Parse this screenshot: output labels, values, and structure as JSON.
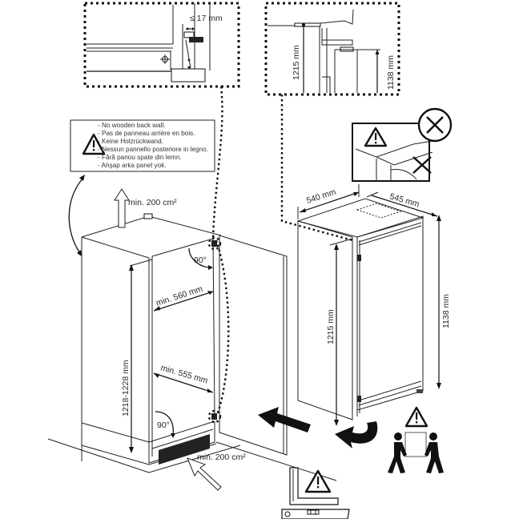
{
  "figure": {
    "type": "built-in refrigerator installation diagram"
  },
  "detail_top_left": {
    "gap_label": "≤ 17 mm"
  },
  "detail_top_right": {
    "height_1": "1215 mm",
    "height_2": "1138 mm"
  },
  "warning_box": {
    "lines": [
      "- No wooden back wall.",
      "- Pas de panneau arrière en bois.",
      "- Keine Holzrückwand.",
      "- Nessun pannello posteriore in legno.",
      "- Fără panou spate din lemn.",
      "- Ahşap arka panel yok."
    ]
  },
  "niche": {
    "vent_top_label": "min. 200 cm²",
    "vent_bottom_label": "min. 200 cm²",
    "height_label": "1218-1228 mm",
    "width_top_label": "min. 560 mm",
    "width_bottom_label": "min. 555 mm",
    "angle_top_label": "90°",
    "angle_bottom_label": "90°"
  },
  "appliance": {
    "width_label": "540 mm",
    "depth_label": "545 mm",
    "height_label": "1215 mm",
    "door_height_label": "1138 mm"
  },
  "icons": {
    "forbidden": "x-circle-icon",
    "warning": "warning-triangle-icon",
    "two_person_lift": "two-person-lift-icon",
    "spirit_level": "spirit-level-icon",
    "square": "carpenter-square-icon"
  }
}
